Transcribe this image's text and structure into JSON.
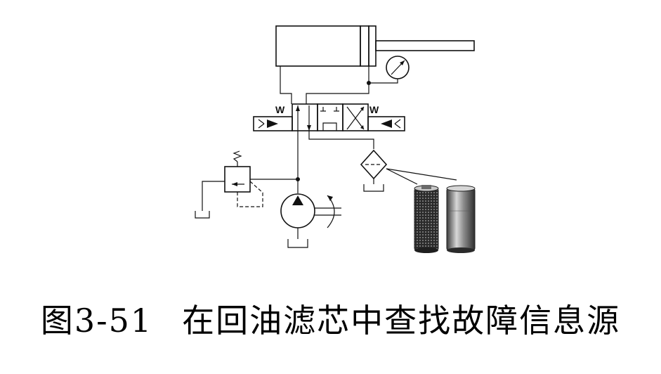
{
  "caption": {
    "number": "图3-51",
    "title": "在回油滤芯中查找故障信息源"
  },
  "colors": {
    "line": "#111111",
    "fill_gray": "#9a9a9a",
    "background": "#ffffff"
  },
  "components": {
    "cylinder": "hydraulic-cylinder",
    "gauge": "pressure-gauge-icon",
    "valve": "directional-control-valve",
    "relief": "relief-valve",
    "pump": "variable-pump",
    "filter": "return-filter",
    "elements": "filter-element-photo"
  }
}
